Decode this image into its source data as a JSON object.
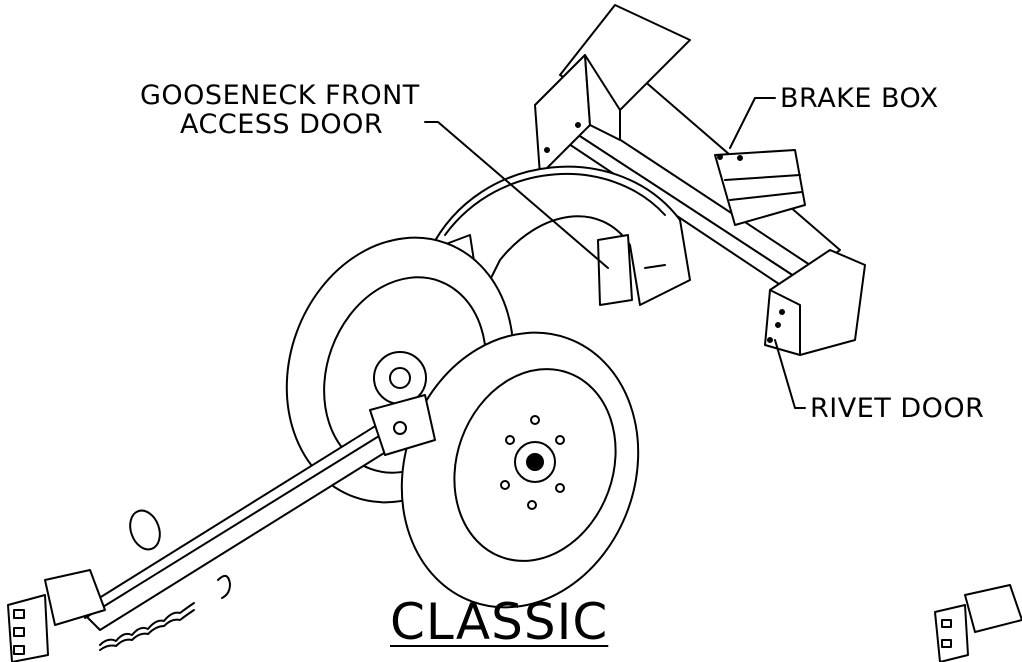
{
  "labels": {
    "gooseneck_line1": "GOOSENECK FRONT",
    "gooseneck_line2": "ACCESS DOOR",
    "brake_box": "BRAKE BOX",
    "rivet_door": "RIVET DOOR",
    "title": "CLASSIC"
  }
}
